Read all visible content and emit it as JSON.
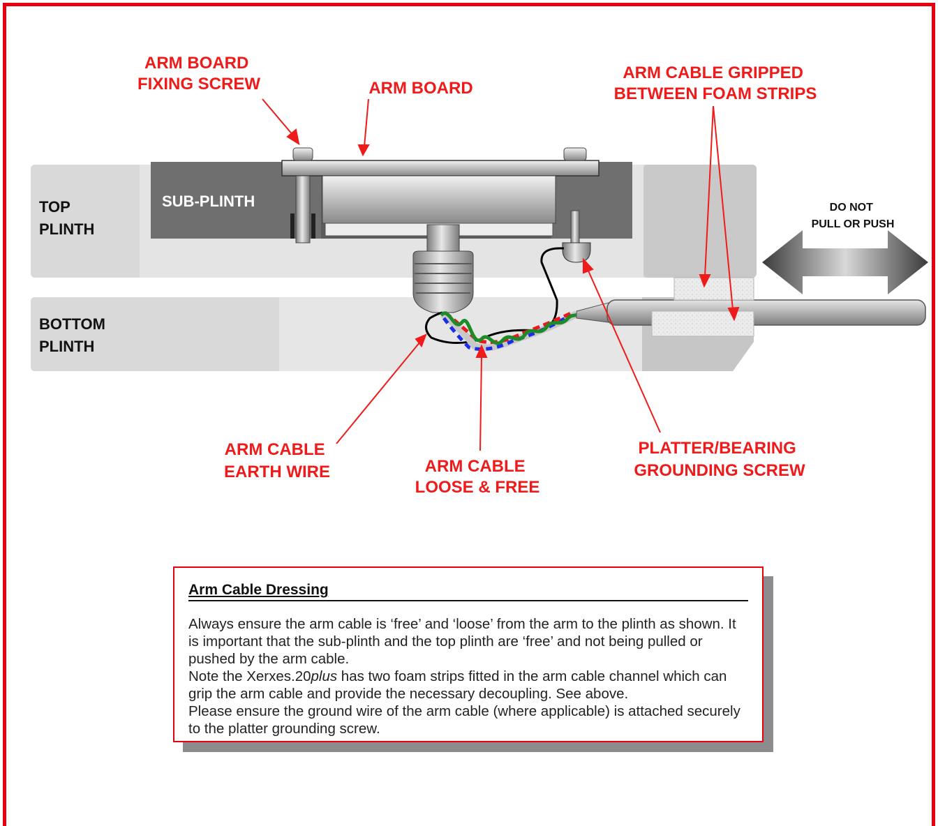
{
  "labels": {
    "arm_board_fixing_screw": [
      "ARM BOARD",
      "FIXING SCREW"
    ],
    "arm_board": "ARM BOARD",
    "arm_cable_gripped": [
      "ARM CABLE GRIPPED",
      "BETWEEN FOAM STRIPS"
    ],
    "top_plinth": [
      "TOP",
      "PLINTH"
    ],
    "sub_plinth": "SUB-PLINTH",
    "do_not_pull": [
      "DO  NOT",
      "PULL OR PUSH"
    ],
    "bottom_plinth": [
      "BOTTOM",
      "PLINTH"
    ],
    "arm_cable_earth_wire": [
      "ARM CABLE",
      "EARTH WIRE"
    ],
    "arm_cable_loose": [
      "ARM CABLE",
      "LOOSE & FREE"
    ],
    "platter_grounding": [
      "PLATTER/BEARING",
      "GROUNDING SCREW"
    ]
  },
  "note": {
    "title": "Arm Cable Dressing",
    "p1": "Always ensure the arm cable is ‘free’ and ‘loose’ from the arm to the plinth as shown. It is important that the sub-plinth and the top plinth are ‘free’ and not being pulled or pushed by the arm cable.",
    "p2_before": "Note the Xerxes.20",
    "p2_italic": "plus",
    "p2_after": " has two foam strips fitted in the arm cable channel which can grip the arm cable and provide the necessary decoupling. See above.",
    "p3": "Please ensure the ground wire of the arm cable (where applicable) is attached securely to the platter grounding screw."
  },
  "colors": {
    "label_red": "#ef1b1b",
    "frame_red": "#e8000f",
    "plinth_gray": "#d9d9d9",
    "sub_plinth_gray": "#6f6f6f"
  }
}
